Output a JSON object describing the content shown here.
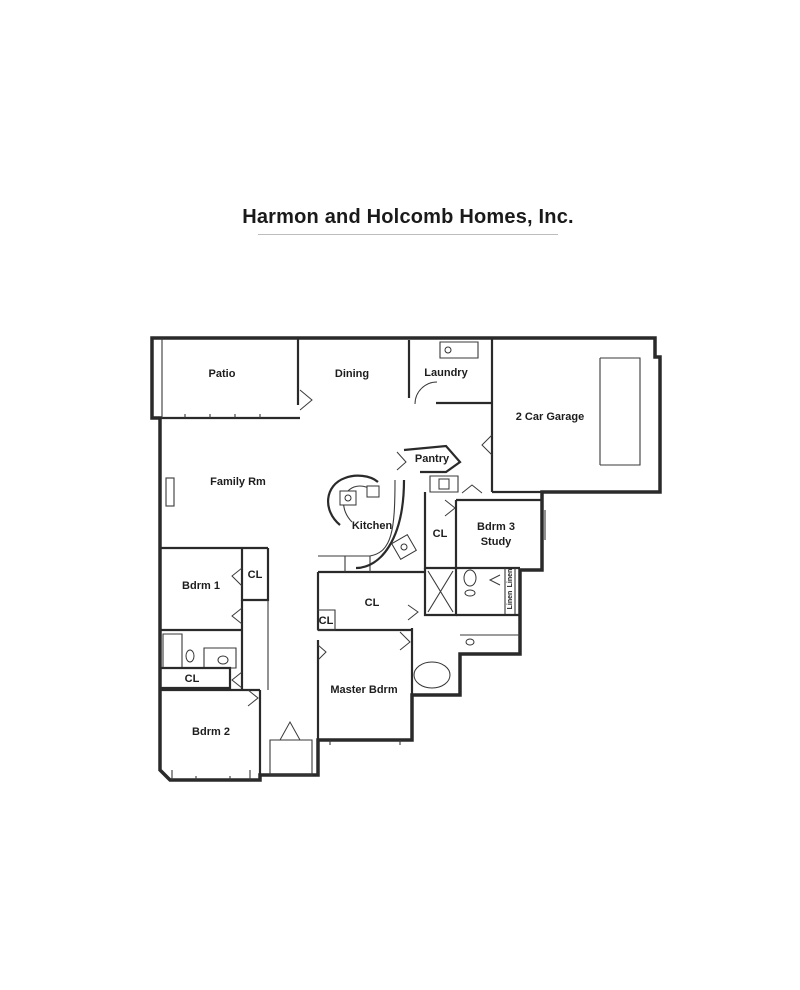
{
  "title": "Harmon and Holcomb Homes, Inc.",
  "rooms": {
    "patio": "Patio",
    "dining": "Dining",
    "laundry": "Laundry",
    "garage": "2 Car Garage",
    "family": "Family Rm",
    "pantry": "Pantry",
    "kitchen": "Kitchen",
    "cl_kitchen": "CL",
    "bdrm3_line1": "Bdrm 3",
    "bdrm3_line2": "Study",
    "bdrm1": "Bdrm 1",
    "cl_bdrm1": "CL",
    "cl_hall": "CL",
    "cl_small": "CL",
    "linen1": "Linen",
    "linen2": "Linen",
    "master": "Master Bdrm",
    "cl_bath": "CL",
    "bdrm2": "Bdrm 2"
  }
}
